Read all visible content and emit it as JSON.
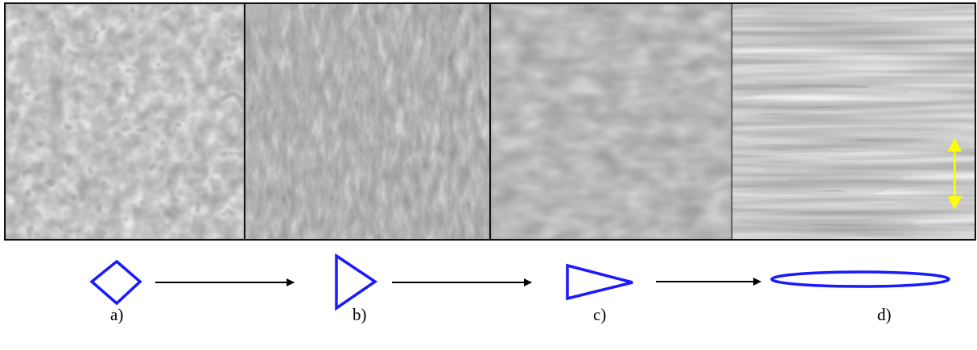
{
  "panels": [
    {
      "id": "a",
      "label": "a)",
      "texture": "isotropic-labyrinth"
    },
    {
      "id": "b",
      "label": "b)",
      "texture": "triangular-ripples"
    },
    {
      "id": "c",
      "label": "c)",
      "texture": "elongated-mounds"
    },
    {
      "id": "d",
      "label": "d)",
      "texture": "parallel-ripples"
    }
  ],
  "colors": {
    "shape_stroke": "#1a1aff",
    "arrow": "#000000",
    "annotation_arrow": "#ffff00"
  },
  "icons": [
    "diamond-shape-icon",
    "triangle-shape-icon",
    "elongated-triangle-shape-icon",
    "ellipse-shape-icon",
    "right-arrow-icon",
    "double-headed-arrow-icon"
  ]
}
